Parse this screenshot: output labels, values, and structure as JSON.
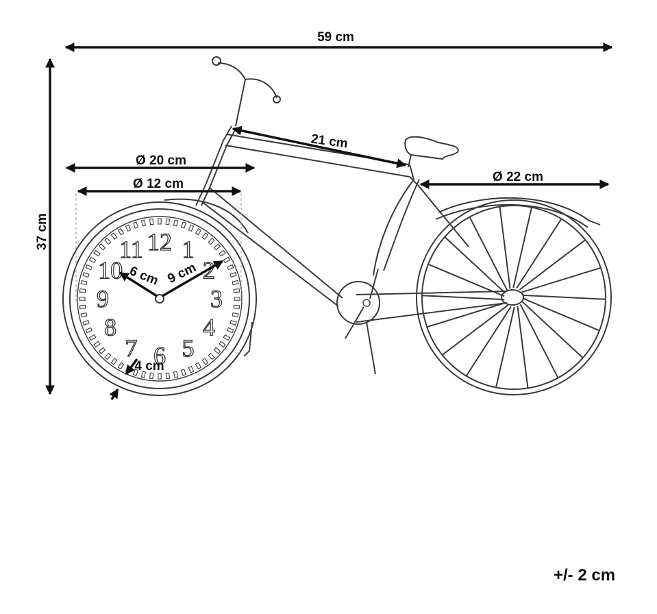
{
  "dimensions": {
    "total_width": "59 cm",
    "total_height": "37 cm",
    "top_tube": "21 cm",
    "clock_outer_diameter": "Ø 20 cm",
    "clock_dial_diameter": "Ø 12 cm",
    "rear_wheel_diameter": "Ø 22 cm",
    "minute_hand": "9 cm",
    "hour_hand": "6 cm",
    "clock_depth": "4 cm"
  },
  "clock_numerals": [
    "12",
    "1",
    "2",
    "3",
    "4",
    "5",
    "6",
    "7",
    "8",
    "9",
    "10",
    "11"
  ],
  "tolerance": "+/- 2 cm",
  "colors": {
    "line": "#3a3a3a",
    "dimension_arrow": "#111111",
    "background": "#ffffff"
  }
}
